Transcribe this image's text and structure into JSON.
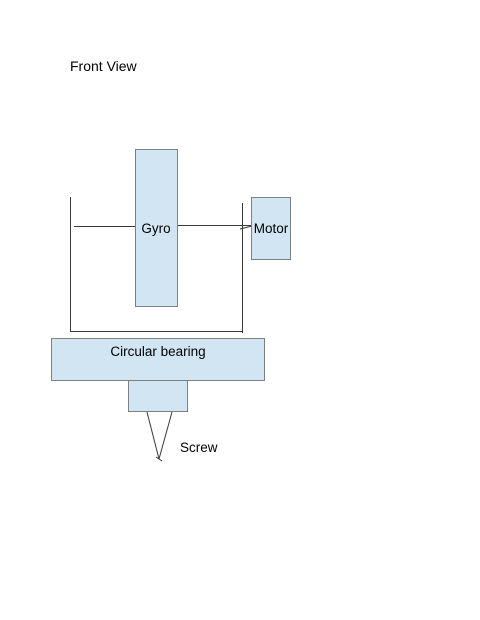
{
  "title": "Front View",
  "labels": {
    "gyro": "Gyro",
    "motor": "Motor",
    "bearing": "Circular bearing",
    "screw": "Screw"
  },
  "colors": {
    "box_fill": "#d1e5f2",
    "box_stroke": "#7f7f7f",
    "line": "#3a3a3a"
  }
}
